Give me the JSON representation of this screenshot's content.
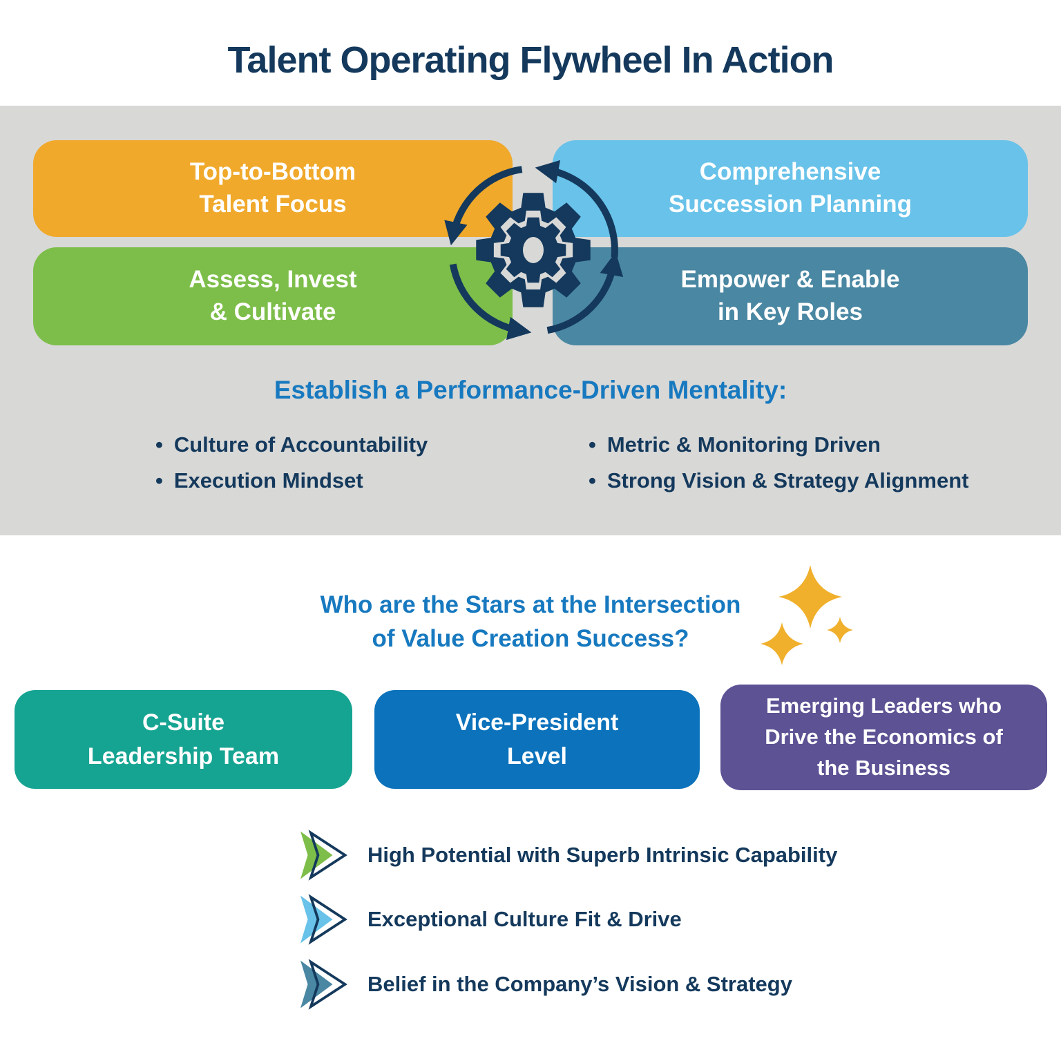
{
  "title": "Talent Operating Flywheel In Action",
  "colors": {
    "navy": "#14395C",
    "band_gray": "#D8D8D7",
    "orange": "#F0A92B",
    "light_blue": "#68C2E9",
    "green": "#7DBE4A",
    "steel_blue": "#4A87A2",
    "heading_blue": "#1779BF",
    "teal": "#16A492",
    "blue": "#0B72BB",
    "purple": "#5C5294",
    "gold": "#F0B02C",
    "white": "#FFFFFF"
  },
  "flywheel": {
    "gear_icon": "gear-with-cycle-arrows",
    "boxes": [
      {
        "id": "talent-focus",
        "lines": [
          "Top-to-Bottom",
          "Talent Focus"
        ]
      },
      {
        "id": "succession-planning",
        "lines": [
          "Comprehensive",
          "Succession Planning"
        ]
      },
      {
        "id": "assess-invest",
        "lines": [
          "Assess, Invest",
          "& Cultivate"
        ]
      },
      {
        "id": "empower-enable",
        "lines": [
          "Empower & Enable",
          "in Key Roles"
        ]
      }
    ]
  },
  "mentality": {
    "heading": "Establish a Performance-Driven Mentality:",
    "bullet_char": "•",
    "bullets_left": [
      "Culture of Accountability",
      "Execution Mindset"
    ],
    "bullets_right": [
      "Metric & Monitoring Driven",
      "Strong Vision & Strategy Alignment"
    ]
  },
  "stars": {
    "question_line1": "Who are the Stars at the Intersection",
    "question_line2": "of Value Creation Success?",
    "sparkles_icon": "sparkles",
    "groups": [
      {
        "id": "c-suite",
        "lines": [
          "C-Suite",
          "Leadership Team"
        ]
      },
      {
        "id": "vice-president",
        "lines": [
          "Vice-President",
          "Level"
        ]
      },
      {
        "id": "emerging-leaders",
        "lines": [
          "Emerging Leaders who",
          "Drive the Economics of",
          "the Business"
        ]
      }
    ]
  },
  "criteria": [
    {
      "label": "High Potential with Superb Intrinsic Capability"
    },
    {
      "label": "Exceptional Culture Fit & Drive"
    },
    {
      "label": "Belief in the Company’s Vision & Strategy"
    }
  ]
}
